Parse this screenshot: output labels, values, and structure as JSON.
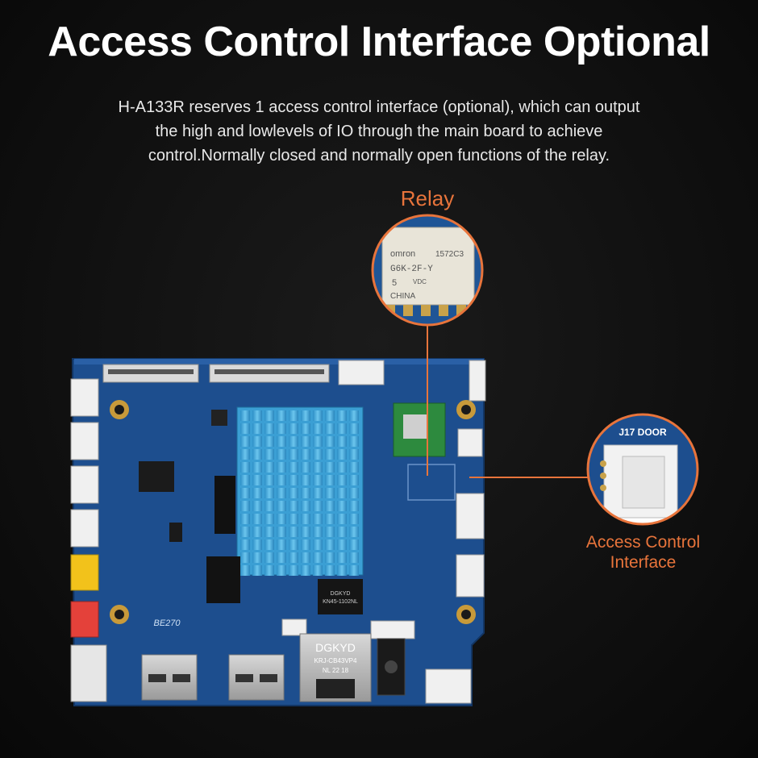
{
  "title": "Access Control Interface Optional",
  "description": [
    "H-A133R reserves 1 access control interface (optional), which can output",
    "the high and lowlevels of IO through the main board to achieve",
    "control.Normally closed and normally open functions of the relay."
  ],
  "callouts": {
    "relay_label": "Relay",
    "access_label_line1": "Access Control",
    "access_label_line2": "Interface"
  },
  "relay_markings": {
    "line1": "omron",
    "line2": "1572C3",
    "line3": "G6K-2F-Y",
    "line4": "5",
    "line5": "VDC",
    "line6": "CHINA"
  },
  "door_connector_label": "J17 DOOR",
  "board_silkscreen": {
    "lan_brand": "DGKYD",
    "lan_model": "KRJ-CB43VP4",
    "lan_code": "NL   22 18",
    "chip_brand": "DGKYD",
    "chip_text": "KN45-1102NL",
    "board_date": "BE270"
  },
  "colors": {
    "accent": "#e8743b",
    "pcb": "#1c4f8f",
    "heatsink": "#3fa9dc"
  }
}
